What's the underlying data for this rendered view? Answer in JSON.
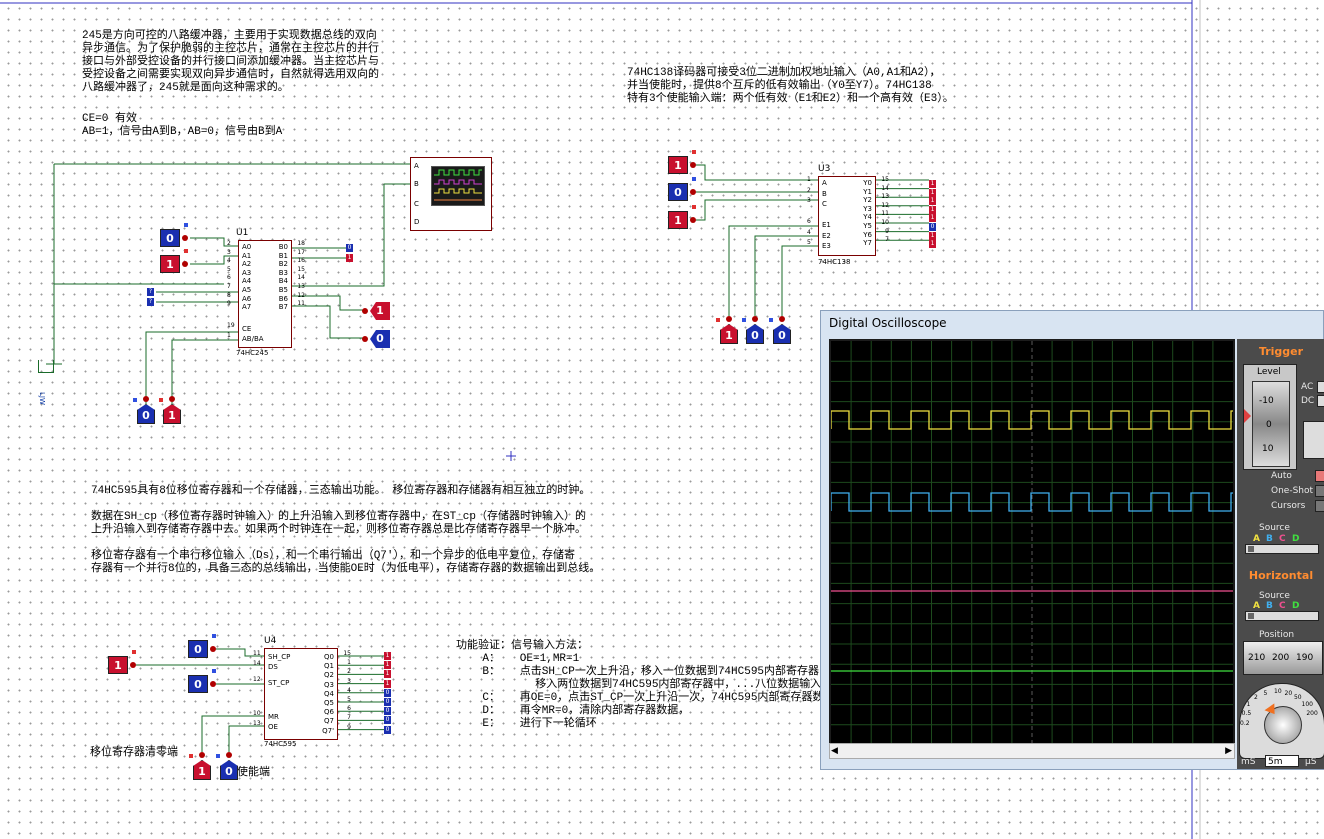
{
  "notes": {
    "hc245": "245是方向可控的八路缓冲器，主要用于实现数据总线的双向\n异步通信。为了保护脆弱的主控芯片，通常在主控芯片的并行\n接口与外部受控设备的并行接口间添加缓冲器。当主控芯片与\n受控设备之间需要实现双向异步通信时，自然就得选用双向的\n八路缓冲器了，245就是面向这种需求的。",
    "hc245_ce": "CE=0 有效\nAB=1，信号由A到B，AB=0，信号由B到A",
    "hc138": "74HC138译码器可接受3位二进制加权地址输入（A0,A1和A2），\n并当使能时，提供8个互斥的低有效输出（Y0至Y7）。74HC138\n特有3个使能输入端：两个低有效（E1和E2）和一个高有效（E3）。",
    "hc595": "74HC595具有8位移位寄存器和一个存储器，三态输出功能。 移位寄存器和存储器有相互独立的时钟。\n\n数据在SH_cp（移位寄存器时钟输入）的上升沿输入到移位寄存器中，在ST_cp（存储器时钟输入）的\n上升沿输入到存储寄存器中去。如果两个时钟连在一起，则移位寄存器总是比存储寄存器早一个脉冲。\n\n移位寄存器有一个串行移位输入（Ds），和一个串行输出（Q7'），和一个异步的低电平复位，存储寄\n存器有一个并行8位的，具备三态的总线输出，当使能OE时（为低电平），存储寄存器的数据输出到总线。",
    "verify": "功能验证：信号输入方法：\n    A：   OE=1,MR=1\n    B：   点击SH_CP一次上升沿，移入一位数据到74HC595内部寄存器\n            移入两位数据到74HC595内部寄存器中，...八位数据输入满了，\n    C：   再OE=0，点击ST_CP一次上升沿一次，74HC595内部寄存器数\n    D：   再令MR=0，清除内部寄存器数据，\n    E：   进行下一轮循环"
  },
  "labels": {
    "clear": "移位寄存器清零端",
    "enable": "使能端"
  },
  "u1": {
    "name": "U1",
    "type": "74HC245",
    "left_pins": [
      "A0",
      "A1",
      "A2",
      "A3",
      "A4",
      "A5",
      "A6",
      "A7"
    ],
    "right_pins": [
      "B0",
      "B1",
      "B2",
      "B3",
      "B4",
      "B5",
      "B6",
      "B7"
    ],
    "left_nums": [
      "2",
      "3",
      "4",
      "5",
      "6",
      "7",
      "8",
      "9"
    ],
    "right_nums": [
      "18",
      "17",
      "16",
      "15",
      "14",
      "13",
      "12",
      "11"
    ],
    "ctrl_pins": [
      "CE",
      "AB/BA"
    ],
    "ctrl_nums": [
      "19",
      "1"
    ]
  },
  "u3": {
    "name": "U3",
    "type": "74HC138",
    "left_pins": [
      "A",
      "B",
      "C",
      "",
      "E1",
      "E2",
      "E3"
    ],
    "left_nums": [
      "1",
      "2",
      "3",
      "",
      "6",
      "4",
      "5"
    ],
    "right_pins": [
      "Y0",
      "Y1",
      "Y2",
      "Y3",
      "Y4",
      "Y5",
      "Y6",
      "Y7"
    ],
    "right_nums": [
      "15",
      "14",
      "13",
      "12",
      "11",
      "10",
      "9",
      "7"
    ]
  },
  "u4": {
    "name": "U4",
    "type": "74HC595",
    "left_pins": [
      "SH_CP",
      "DS",
      "ST_CP",
      "MR",
      "OE"
    ],
    "left_nums": [
      "11",
      "14",
      "12",
      "10",
      "13"
    ],
    "right_pins": [
      "Q0",
      "Q1",
      "Q2",
      "Q3",
      "Q4",
      "Q5",
      "Q6",
      "Q7",
      "Q7'"
    ],
    "right_nums": [
      "15",
      "1",
      "2",
      "3",
      "4",
      "5",
      "6",
      "7",
      "9"
    ]
  },
  "scope_instrument": {
    "pins": [
      "A",
      "B",
      "C",
      "D"
    ]
  },
  "logic_states": {
    "u1_a_in": [
      "0",
      "1"
    ],
    "u1_b_out": [
      "0",
      "1"
    ],
    "u1_b_probe": [
      "1",
      "0"
    ],
    "u1_ctrl": [
      "0",
      "1"
    ],
    "u3_addr": [
      "1",
      "0",
      "1"
    ],
    "u3_enable": [
      "1",
      "0",
      "0"
    ],
    "u3_y": [
      "1",
      "1",
      "1",
      "1",
      "1",
      "0",
      "1",
      "1"
    ],
    "u4_ds": "1",
    "u4_clk": [
      "0",
      "0"
    ],
    "u4_q": [
      "1",
      "1",
      "1",
      "1",
      "0",
      "0",
      "0",
      "0",
      "0"
    ],
    "u4_ctrl": [
      "1",
      "0"
    ],
    "u1_side": [
      "?",
      "?"
    ]
  },
  "oscilloscope": {
    "title": "Digital Oscilloscope",
    "trigger": "Trigger",
    "level": "Level",
    "level_ticks": [
      "-10",
      "0",
      "10"
    ],
    "ac": "AC",
    "dc": "DC",
    "auto": "Auto",
    "one_shot": "One-Shot",
    "cursors": "Cursors",
    "source": "Source",
    "channels": [
      "A",
      "B",
      "C",
      "D"
    ],
    "channel_colors": [
      "#f0e040",
      "#40b0f0",
      "#f05090",
      "#40e040"
    ],
    "horizontal": "Horizontal",
    "position": "Position",
    "position_vals": [
      "210",
      "200",
      "190"
    ],
    "dial_ticks": [
      "0.2",
      "0.5",
      "1",
      "2",
      "5",
      "10",
      "20",
      "50",
      "100",
      "200"
    ],
    "time_div": "5m",
    "unit_ms": "mS",
    "unit_us": "µS",
    "traces": [
      {
        "channel": "A",
        "color": "#f0e040",
        "level": "high-pulse train"
      },
      {
        "channel": "B",
        "color": "#40b0f0",
        "level": "high-pulse train"
      },
      {
        "channel": "C",
        "color": "#f05090",
        "level": "flat"
      },
      {
        "channel": "D",
        "color": "#40e040",
        "level": "flat"
      }
    ]
  }
}
